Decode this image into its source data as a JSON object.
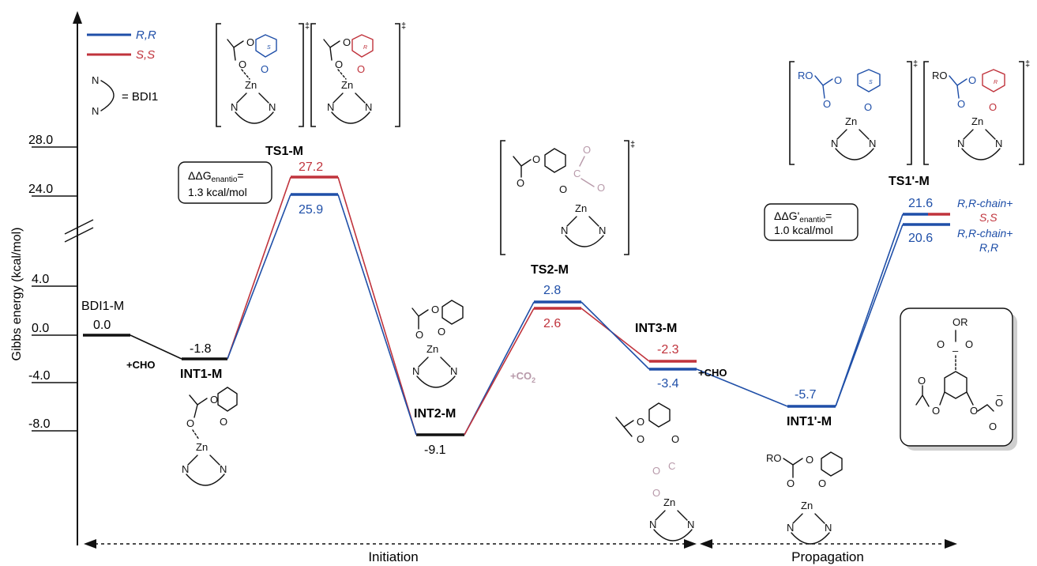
{
  "y_axis": {
    "label": "Gibbs energy (kcal/mol)",
    "ticks": [
      "28.0",
      "24.0",
      "4.0",
      "0.0",
      "-4.0",
      "-8.0"
    ]
  },
  "legend": {
    "rr": "R,R",
    "ss": "S,S",
    "ligand_equals": "= BDI1",
    "n_top": "N",
    "n_bottom": "N"
  },
  "species": {
    "bdi1m": {
      "name": "BDI1-M",
      "energy": "0.0"
    },
    "int1m": {
      "name": "INT1-M",
      "energy": "-1.8"
    },
    "ts1m": {
      "name": "TS1-M",
      "energy_ss": "27.2",
      "energy_rr": "25.9"
    },
    "int2m": {
      "name": "INT2-M",
      "energy": "-9.1"
    },
    "ts2m": {
      "name": "TS2-M",
      "energy_rr": "2.8",
      "energy_ss": "2.6"
    },
    "int3m": {
      "name": "INT3-M",
      "energy_ss": "-2.3",
      "energy_rr": "-3.4"
    },
    "int1pm": {
      "name": "INT1'-M",
      "energy": "-5.7"
    },
    "ts1pm": {
      "name": "TS1'-M",
      "energy_top": "21.6",
      "energy_bottom": "20.6"
    }
  },
  "steps": {
    "cho1": "+CHO",
    "co2_plus": "+CO",
    "co2_sub": "2",
    "cho2": "+CHO"
  },
  "boxes": {
    "dd1_prefix": "ΔΔG",
    "dd1_sub": "enantio",
    "dd1_suffix": "=",
    "dd1_value": "1.3 kcal/mol",
    "dd2_prefix": "ΔΔG'",
    "dd2_sub": "enantio",
    "dd2_suffix": "=",
    "dd2_value": "1.0 kcal/mol"
  },
  "ts1pm_labels": {
    "top_line1": "R,R-chain+",
    "top_line2": "S,S",
    "bottom_line1": "R,R-chain+",
    "bottom_line2": "R,R"
  },
  "atoms": {
    "zn": "Zn",
    "o": "O",
    "n": "N",
    "c": "C",
    "ro": "RO",
    "or": "OR",
    "r_tag": "R",
    "s_tag": "S",
    "dagger": "‡",
    "minus": "–"
  },
  "phases": {
    "initiation": "Initiation",
    "propagation": "Propagation"
  },
  "colors": {
    "rr": "#1f4fa8",
    "ss": "#c0333c",
    "black": "#111111",
    "co2": "#b89aaa"
  }
}
